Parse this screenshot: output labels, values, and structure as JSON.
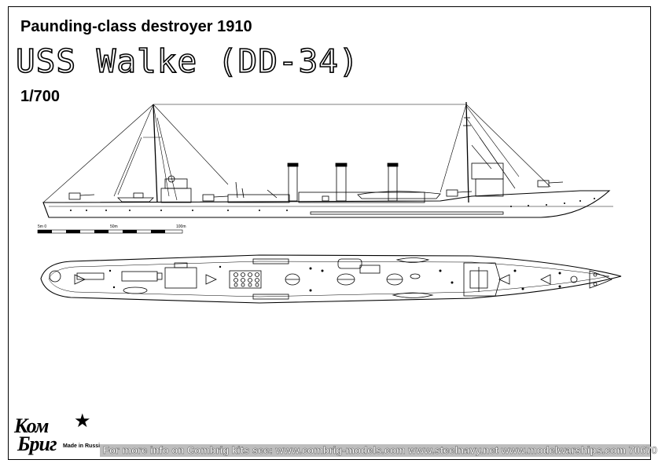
{
  "header": {
    "class_title": "Paunding-class destroyer 1910",
    "ship_name": "USS Walke (DD-34)",
    "scale": "1/700"
  },
  "scale_bar": {
    "labels": [
      "5m 0",
      "50m",
      "100m"
    ]
  },
  "logo": {
    "word_top": "Ком",
    "word_bottom": "Бриг",
    "subtitle": "Made in Russia",
    "icon": "star-icon"
  },
  "footer": {
    "text": "For more info on Combrig kits see: www.combrig-models.com www.steelnavy.net  www.modelwarships.com  70670"
  },
  "colors": {
    "ink": "#000000",
    "footer_band": "#bdbdbd"
  }
}
